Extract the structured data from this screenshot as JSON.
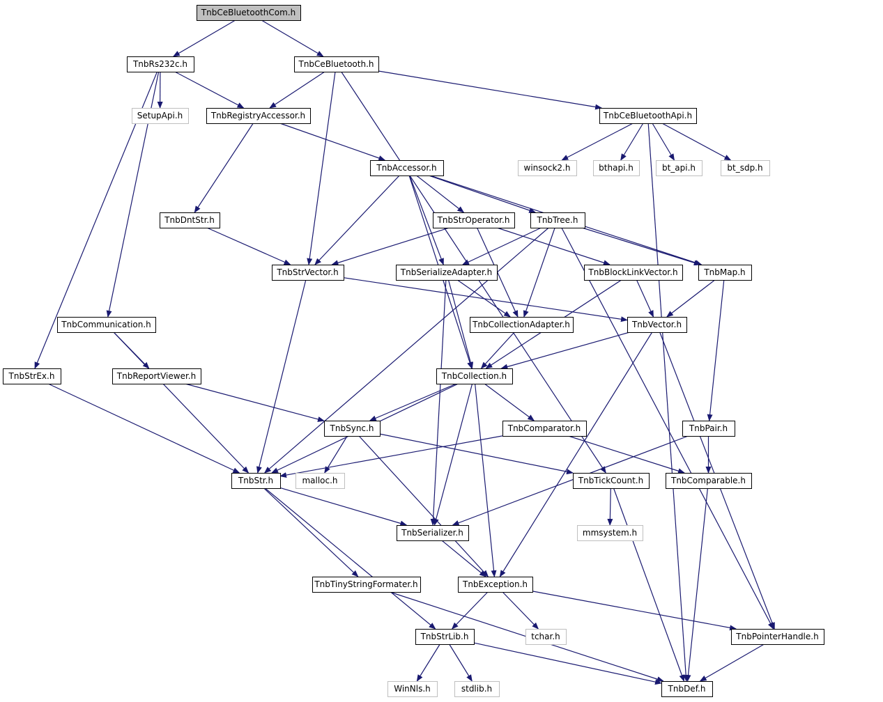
{
  "colors": {
    "edge": "#191970",
    "node_border": "#000000",
    "external_border": "#bfbfbf",
    "root_fill": "#bfbfbf"
  },
  "nodes": [
    {
      "id": "root",
      "label": "TnbCeBluetoothCom.h",
      "kind": "root"
    },
    {
      "id": "rs232c",
      "label": "TnbRs232c.h",
      "kind": "local"
    },
    {
      "id": "cebt",
      "label": "TnbCeBluetooth.h",
      "kind": "local"
    },
    {
      "id": "setupapi",
      "label": "SetupApi.h",
      "kind": "external"
    },
    {
      "id": "regacc",
      "label": "TnbRegistryAccessor.h",
      "kind": "local"
    },
    {
      "id": "cebtapi",
      "label": "TnbCeBluetoothApi.h",
      "kind": "local"
    },
    {
      "id": "winsock2",
      "label": "winsock2.h",
      "kind": "external"
    },
    {
      "id": "bthapi",
      "label": "bthapi.h",
      "kind": "external"
    },
    {
      "id": "btapi",
      "label": "bt_api.h",
      "kind": "external"
    },
    {
      "id": "btsdp",
      "label": "bt_sdp.h",
      "kind": "external"
    },
    {
      "id": "accessor",
      "label": "TnbAccessor.h",
      "kind": "local"
    },
    {
      "id": "dntstr",
      "label": "TnbDntStr.h",
      "kind": "local"
    },
    {
      "id": "stroperator",
      "label": "TnbStrOperator.h",
      "kind": "local"
    },
    {
      "id": "tree",
      "label": "TnbTree.h",
      "kind": "local"
    },
    {
      "id": "strvector",
      "label": "TnbStrVector.h",
      "kind": "local"
    },
    {
      "id": "seradapter",
      "label": "TnbSerializeAdapter.h",
      "kind": "local"
    },
    {
      "id": "blvector",
      "label": "TnbBlockLinkVector.h",
      "kind": "local"
    },
    {
      "id": "map",
      "label": "TnbMap.h",
      "kind": "local"
    },
    {
      "id": "communication",
      "label": "TnbCommunication.h",
      "kind": "local"
    },
    {
      "id": "coladapter",
      "label": "TnbCollectionAdapter.h",
      "kind": "local"
    },
    {
      "id": "vector",
      "label": "TnbVector.h",
      "kind": "local"
    },
    {
      "id": "strex",
      "label": "TnbStrEx.h",
      "kind": "local"
    },
    {
      "id": "reportviewer",
      "label": "TnbReportViewer.h",
      "kind": "local"
    },
    {
      "id": "collection",
      "label": "TnbCollection.h",
      "kind": "local"
    },
    {
      "id": "sync",
      "label": "TnbSync.h",
      "kind": "local"
    },
    {
      "id": "comparator",
      "label": "TnbComparator.h",
      "kind": "local"
    },
    {
      "id": "pair",
      "label": "TnbPair.h",
      "kind": "local"
    },
    {
      "id": "str",
      "label": "TnbStr.h",
      "kind": "local"
    },
    {
      "id": "malloc",
      "label": "malloc.h",
      "kind": "external"
    },
    {
      "id": "tickcount",
      "label": "TnbTickCount.h",
      "kind": "local"
    },
    {
      "id": "comparable",
      "label": "TnbComparable.h",
      "kind": "local"
    },
    {
      "id": "serializer",
      "label": "TnbSerializer.h",
      "kind": "local"
    },
    {
      "id": "mmsystem",
      "label": "mmsystem.h",
      "kind": "external"
    },
    {
      "id": "tinyfmt",
      "label": "TnbTinyStringFormater.h",
      "kind": "local"
    },
    {
      "id": "exception",
      "label": "TnbException.h",
      "kind": "local"
    },
    {
      "id": "tchar",
      "label": "tchar.h",
      "kind": "external"
    },
    {
      "id": "strlib",
      "label": "TnbStrLib.h",
      "kind": "local"
    },
    {
      "id": "ptrhandle",
      "label": "TnbPointerHandle.h",
      "kind": "local"
    },
    {
      "id": "winnls",
      "label": "WinNls.h",
      "kind": "external"
    },
    {
      "id": "stdlib",
      "label": "stdlib.h",
      "kind": "external"
    },
    {
      "id": "def",
      "label": "TnbDef.h",
      "kind": "local"
    }
  ],
  "edges": [
    [
      "root",
      "rs232c"
    ],
    [
      "root",
      "cebt"
    ],
    [
      "rs232c",
      "setupapi"
    ],
    [
      "rs232c",
      "regacc"
    ],
    [
      "rs232c",
      "strex"
    ],
    [
      "rs232c",
      "communication"
    ],
    [
      "cebt",
      "regacc"
    ],
    [
      "cebt",
      "cebtapi"
    ],
    [
      "cebt",
      "strvector"
    ],
    [
      "cebt",
      "tickcount"
    ],
    [
      "cebtapi",
      "winsock2"
    ],
    [
      "cebtapi",
      "bthapi"
    ],
    [
      "cebtapi",
      "btapi"
    ],
    [
      "cebtapi",
      "btsdp"
    ],
    [
      "cebtapi",
      "def"
    ],
    [
      "regacc",
      "dntstr"
    ],
    [
      "regacc",
      "accessor"
    ],
    [
      "accessor",
      "stroperator"
    ],
    [
      "accessor",
      "tree"
    ],
    [
      "accessor",
      "strvector"
    ],
    [
      "accessor",
      "seradapter"
    ],
    [
      "accessor",
      "map"
    ],
    [
      "accessor",
      "collection"
    ],
    [
      "dntstr",
      "strvector"
    ],
    [
      "stroperator",
      "strvector"
    ],
    [
      "stroperator",
      "blvector"
    ],
    [
      "stroperator",
      "coladapter"
    ],
    [
      "tree",
      "seradapter"
    ],
    [
      "tree",
      "map"
    ],
    [
      "tree",
      "coladapter"
    ],
    [
      "tree",
      "str"
    ],
    [
      "tree",
      "ptrhandle"
    ],
    [
      "strvector",
      "vector"
    ],
    [
      "strvector",
      "str"
    ],
    [
      "seradapter",
      "coladapter"
    ],
    [
      "seradapter",
      "collection"
    ],
    [
      "seradapter",
      "serializer"
    ],
    [
      "blvector",
      "vector"
    ],
    [
      "blvector",
      "collection"
    ],
    [
      "map",
      "vector"
    ],
    [
      "map",
      "pair"
    ],
    [
      "communication",
      "reportviewer"
    ],
    [
      "communication",
      "str"
    ],
    [
      "coladapter",
      "collection"
    ],
    [
      "vector",
      "collection"
    ],
    [
      "vector",
      "exception"
    ],
    [
      "vector",
      "ptrhandle"
    ],
    [
      "strex",
      "str"
    ],
    [
      "reportviewer",
      "sync"
    ],
    [
      "collection",
      "sync"
    ],
    [
      "collection",
      "comparator"
    ],
    [
      "collection",
      "str"
    ],
    [
      "collection",
      "serializer"
    ],
    [
      "collection",
      "exception"
    ],
    [
      "sync",
      "malloc"
    ],
    [
      "sync",
      "tickcount"
    ],
    [
      "sync",
      "exception"
    ],
    [
      "comparator",
      "str"
    ],
    [
      "comparator",
      "comparable"
    ],
    [
      "pair",
      "comparable"
    ],
    [
      "pair",
      "serializer"
    ],
    [
      "str",
      "serializer"
    ],
    [
      "str",
      "tinyfmt"
    ],
    [
      "str",
      "strlib"
    ],
    [
      "tickcount",
      "mmsystem"
    ],
    [
      "tickcount",
      "def"
    ],
    [
      "comparable",
      "def"
    ],
    [
      "serializer",
      "exception"
    ],
    [
      "tinyfmt",
      "def"
    ],
    [
      "exception",
      "tchar"
    ],
    [
      "exception",
      "strlib"
    ],
    [
      "exception",
      "ptrhandle"
    ],
    [
      "strlib",
      "winnls"
    ],
    [
      "strlib",
      "stdlib"
    ],
    [
      "strlib",
      "def"
    ],
    [
      "ptrhandle",
      "def"
    ]
  ]
}
